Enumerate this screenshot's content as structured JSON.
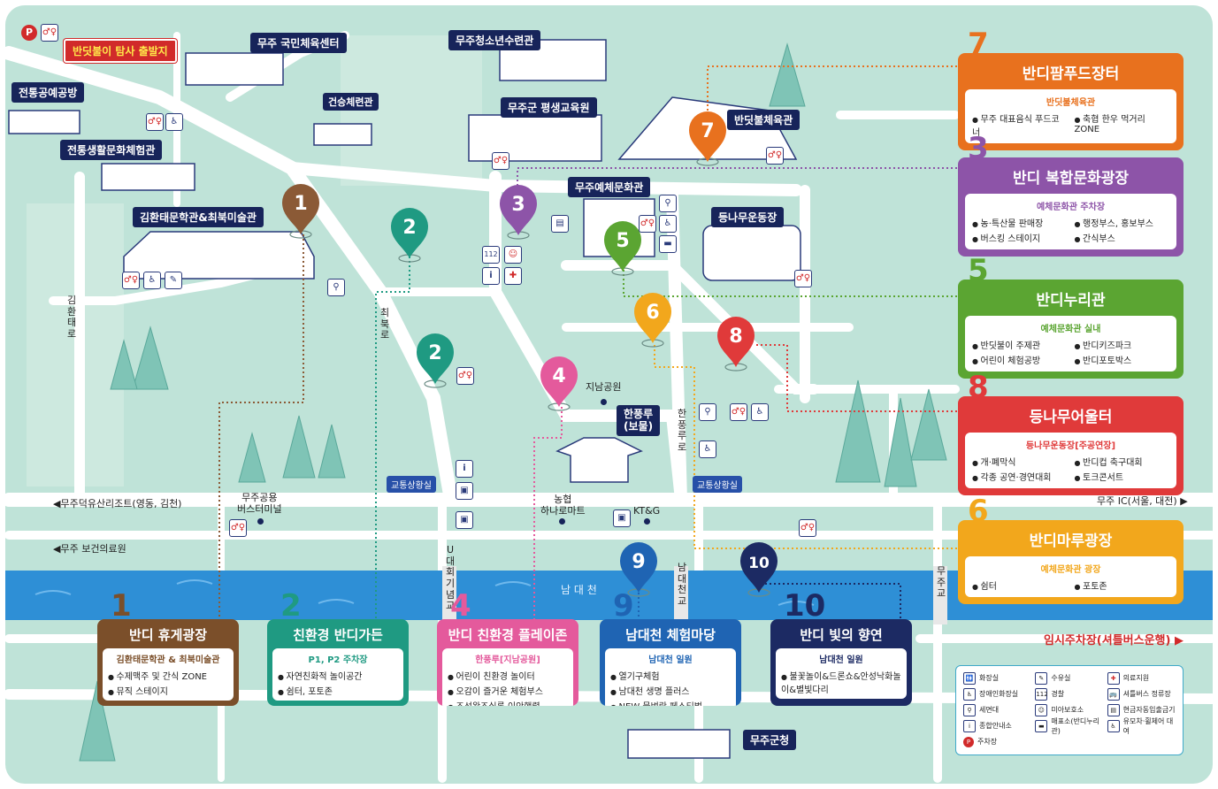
{
  "colors": {
    "map_bg": "#bfe3d8",
    "road": "#ffffff",
    "river": "#2e8fd6",
    "card_7": "#e8711e",
    "card_3": "#8d54a8",
    "card_5": "#5ba532",
    "card_8": "#e03a3a",
    "card_6": "#f2a71c",
    "card_1": "#7b4f2a",
    "card_2": "#1f9a82",
    "card_4": "#e45a9c",
    "card_9": "#1f64b3",
    "card_10": "#1c2a63"
  },
  "top_left": {
    "parking_icon": "P",
    "restroom_icon": "restroom-icon",
    "start_label": "반딧불이 탐사 출발지"
  },
  "buildings": {
    "gymnasium_center": "무주 국민체육센터",
    "youth_training": "무주청소년수련관",
    "craft_workshop": "전통공예공방",
    "health_hall": "건승체련관",
    "lifelong_edu": "무주군 평생교육원",
    "traditional_life": "전통생활문화체험관",
    "firefly_gym": "반딧불체육관",
    "arts_center": "무주예체문화관",
    "literature_museum": "김환태문학관&최북미술관",
    "stadium": "등나무운동장",
    "county_office": "무주군청"
  },
  "roads": {
    "kimhwantae": "김환태로",
    "choibuk": "최북로",
    "hanpung": "한풍루로",
    "resort_dir": "◀무주덕유산리조트(영동, 김천)",
    "health_center_dir": "◀무주 보건의료원",
    "ic_dir": "무주 IC(서울, 대전) ▶",
    "udaehoe": "U대회기념교",
    "namdaecheon_bridge": "남대천교",
    "muju_bridge": "무주교",
    "river_name": "남 대 천",
    "temp_parking": "임시주차장(셔틀버스운행) ▶"
  },
  "places": {
    "bus_terminal": "무주공용\n버스터미널",
    "jinam_park": "지남공원",
    "hanpungru": "한풍루\n(보물)",
    "nonghyup": "농협\n하나로마트",
    "ktng": "KT&G",
    "traffic_room": "교통상황실"
  },
  "pins": [
    {
      "num": "1",
      "color": "#8b5a36"
    },
    {
      "num": "2",
      "color": "#1f9a82"
    },
    {
      "num": "2",
      "color": "#1f9a82"
    },
    {
      "num": "3",
      "color": "#8d54a8"
    },
    {
      "num": "4",
      "color": "#e45a9c"
    },
    {
      "num": "5",
      "color": "#5ba532"
    },
    {
      "num": "6",
      "color": "#f2a71c"
    },
    {
      "num": "7",
      "color": "#e8711e"
    },
    {
      "num": "8",
      "color": "#e03a3a"
    },
    {
      "num": "9",
      "color": "#1f64b3"
    },
    {
      "num": "10",
      "color": "#1c2a63"
    }
  ],
  "cards_right": [
    {
      "num": "7",
      "title": "반디팜푸드장터",
      "sub": "반딧불체육관",
      "items": [
        "무주 대표음식 푸드코너",
        "축협 한우 먹거리 ZONE"
      ]
    },
    {
      "num": "3",
      "title": "반디 복합문화광장",
      "sub": "예체문화관 주차장",
      "items": [
        "농·특산물 판매장",
        "행정부스, 홍보부스",
        "버스킹 스테이지",
        "간식부스"
      ]
    },
    {
      "num": "5",
      "title": "반디누리관",
      "sub": "예체문화관 실내",
      "items": [
        "반딧불이 주제관",
        "반디키즈파크",
        "어린이 체험공방",
        "반디포토박스"
      ]
    },
    {
      "num": "8",
      "title": "등나무어울터",
      "sub": "등나무운동장[주공연장]",
      "items": [
        "개·폐막식",
        "반디컵 축구대회",
        "각종 공연·경연대회",
        "토크콘서트"
      ]
    },
    {
      "num": "6",
      "title": "반디마루광장",
      "sub": "예체문화관 광장",
      "items": [
        "쉼터",
        "포토존"
      ]
    }
  ],
  "cards_bottom": [
    {
      "num": "1",
      "title": "반디 휴게광장",
      "sub": "김환태문학관 & 최북미술관",
      "items": [
        "수제맥주 및 간식 ZONE",
        "뮤직 스테이지"
      ]
    },
    {
      "num": "2",
      "title": "친환경 반디가든",
      "sub": "P1, P2 주차장",
      "items": [
        "자연친화적 놀이공간",
        "쉼터, 포토존"
      ]
    },
    {
      "num": "4",
      "title": "반디 친환경 플레이존",
      "sub": "한풍루[지남공원]",
      "items": [
        "어린이 친환경 놀이터",
        "오감이 즐거운 체험부스",
        "조선왕조실록 이안행렬"
      ]
    },
    {
      "num": "9",
      "title": "남대천 체험마당",
      "sub": "남대천 일원",
      "items": [
        "열기구체험",
        "남대천 생명 플러스",
        "NEW 물벼락 페스티벌"
      ]
    },
    {
      "num": "10",
      "title": "반디 빛의 향연",
      "sub": "남대천 일원",
      "items": [
        "불꽃놀이&드론쇼&안성낙화놀이&별빛다리"
      ]
    }
  ],
  "legend": [
    {
      "icon": "restroom-icon",
      "glyph": "🚻",
      "label": "화장실"
    },
    {
      "icon": "nursing-icon",
      "glyph": "✎",
      "label": "수유실"
    },
    {
      "icon": "first-aid-icon",
      "glyph": "✚",
      "label": "의료지원"
    },
    {
      "icon": "accessible-restroom-icon",
      "glyph": "♿",
      "label": "장애인화장실"
    },
    {
      "icon": "police-icon",
      "glyph": "112",
      "label": "경찰"
    },
    {
      "icon": "shuttle-icon",
      "glyph": "🚌",
      "label": "셔틀버스 정류장"
    },
    {
      "icon": "sink-icon",
      "glyph": "⚲",
      "label": "세면대"
    },
    {
      "icon": "lost-child-icon",
      "glyph": "☺",
      "label": "미아보호소"
    },
    {
      "icon": "atm-icon",
      "glyph": "▤",
      "label": "현금자동입출금기"
    },
    {
      "icon": "info-icon",
      "glyph": "i",
      "label": "종합안내소"
    },
    {
      "icon": "shop-icon",
      "glyph": "▬",
      "label": "매표소(반디누리관)"
    },
    {
      "icon": "stroller-icon",
      "glyph": "♿",
      "label": "유모차·휠체어 대여"
    },
    {
      "icon": "parking-icon",
      "glyph": "P",
      "label": "주차장"
    }
  ]
}
